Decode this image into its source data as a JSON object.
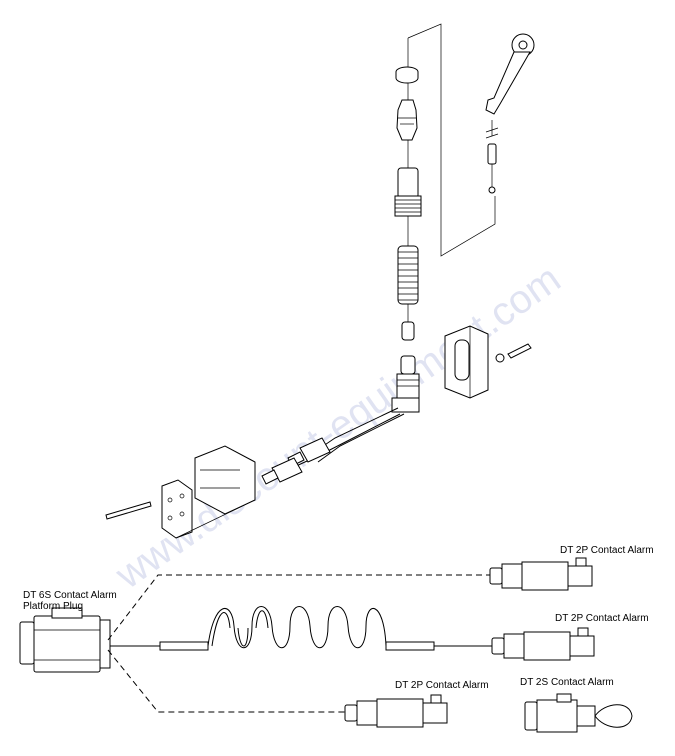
{
  "watermark": "www.discount-equipment.com",
  "labels": {
    "platform_plug_line1": "DT 6S Contact Alarm",
    "platform_plug_line2": "Platform Plug",
    "dt2p_top": "DT 2P Contact Alarm",
    "dt2p_middle": "DT 2P Contact Alarm",
    "dt2p_bottom": "DT 2P Contact Alarm",
    "dt2s": "DT 2S Contact Alarm"
  }
}
